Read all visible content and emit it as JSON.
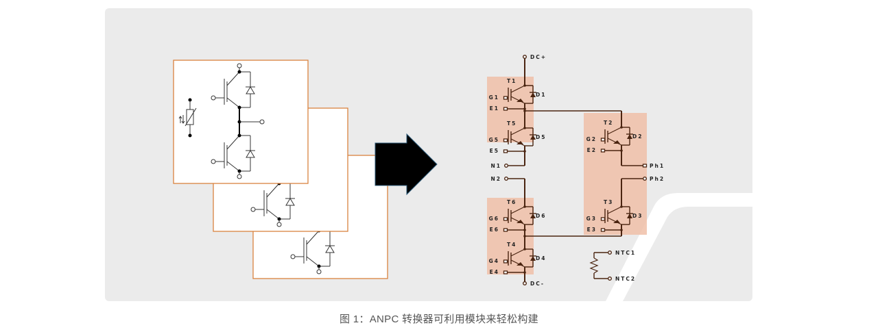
{
  "figure": {
    "caption": "图 1：ANPC 转换器可利用模块来轻松构建",
    "colors": {
      "panel_background": "#ebebeb",
      "module_border": "#d9823e",
      "highlight": "#f0c0a8",
      "circuit_line": "#4a2410",
      "arrow": "#000000"
    }
  },
  "left_modules": {
    "count": 3,
    "description": "Half-bridge IGBT modules with NTC thermistor"
  },
  "schematic": {
    "terminals": {
      "dc_plus": "DC+",
      "dc_minus": "DC-",
      "n1": "N1",
      "n2": "N2",
      "ph1": "Ph1",
      "ph2": "Ph2",
      "ntc1": "NTC1",
      "ntc2": "NTC2"
    },
    "switches": [
      {
        "t": "T1",
        "d": "D1",
        "g": "G1",
        "e": "E1"
      },
      {
        "t": "T5",
        "d": "D5",
        "g": "G5",
        "e": "E5"
      },
      {
        "t": "T6",
        "d": "D6",
        "g": "G6",
        "e": "E6"
      },
      {
        "t": "T4",
        "d": "D4",
        "g": "G4",
        "e": "E4"
      },
      {
        "t": "T2",
        "d": "D2",
        "g": "G2",
        "e": "E2"
      },
      {
        "t": "T3",
        "d": "D3",
        "g": "G3",
        "e": "E3"
      }
    ]
  }
}
